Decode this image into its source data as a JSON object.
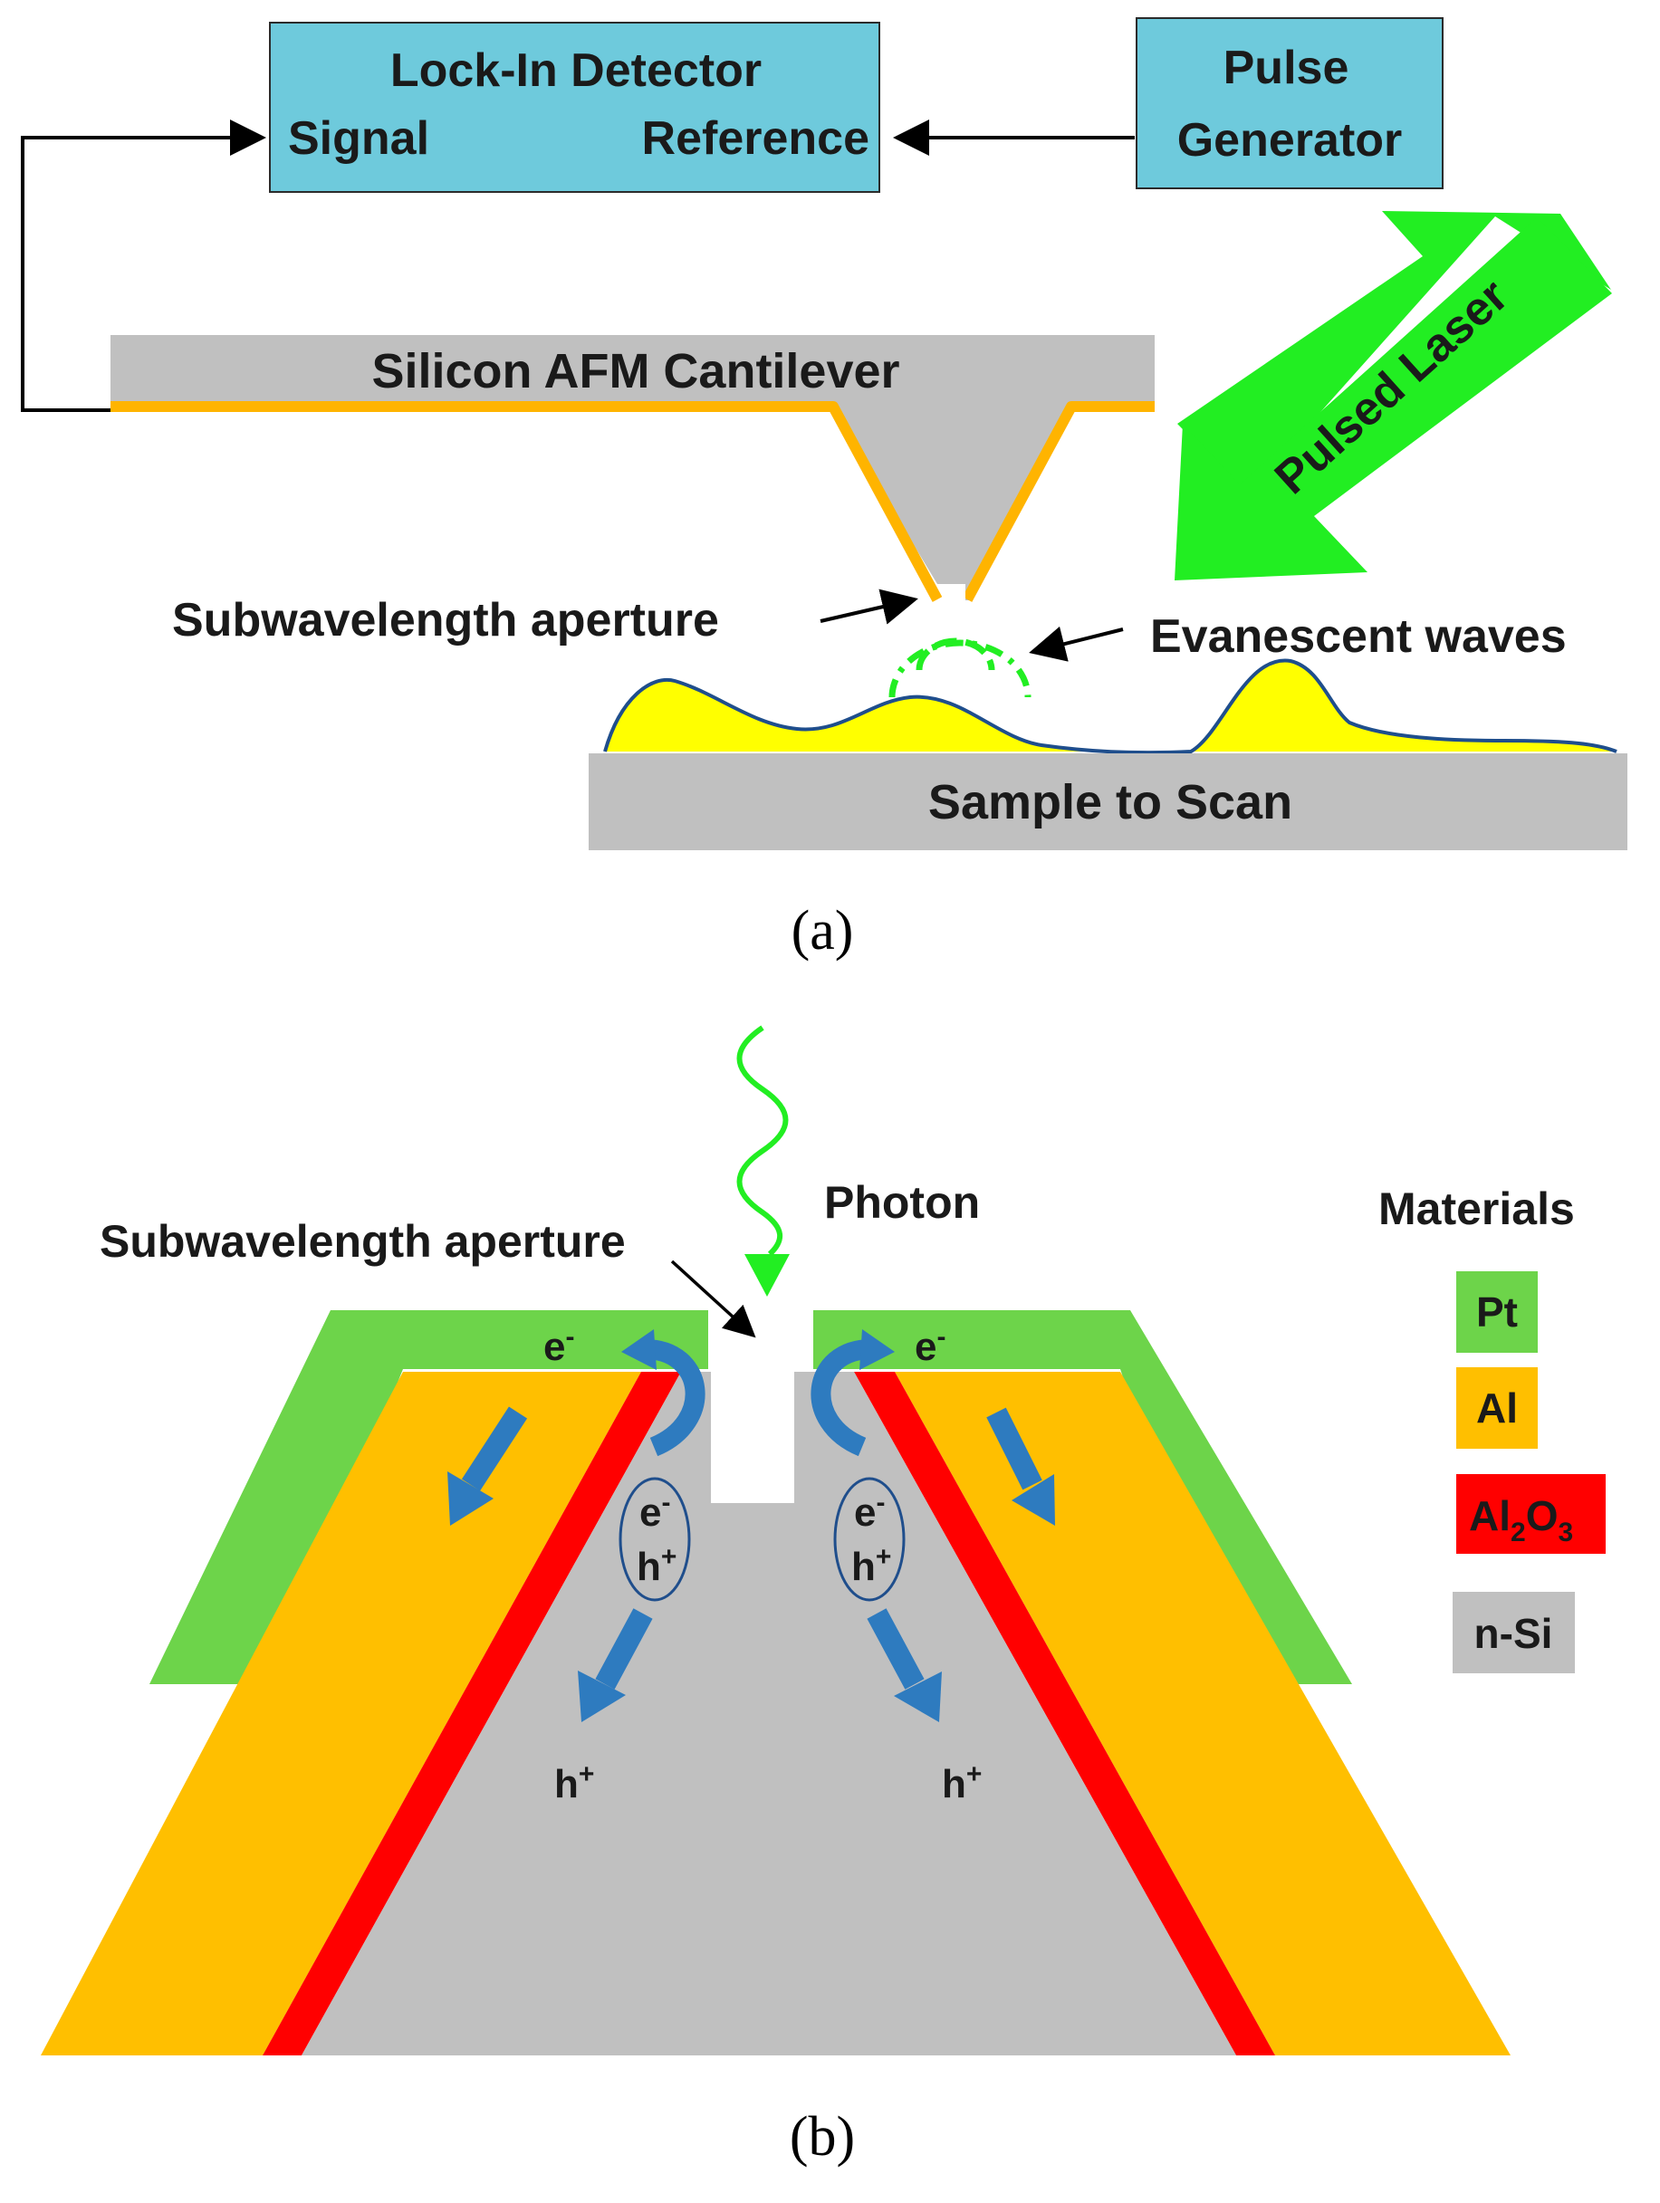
{
  "panel_a": {
    "lockin": {
      "title": "Lock-In Detector",
      "signal": "Signal",
      "reference": "Reference"
    },
    "pulse_generator": {
      "line1": "Pulse",
      "line2": "Generator"
    },
    "cantilever_label": "Silicon AFM Cantilever",
    "laser_label": "Pulsed Laser",
    "aperture_label": "Subwavelength aperture",
    "evanescent_label": "Evanescent waves",
    "sample_label": "Sample to Scan",
    "caption": "(a)"
  },
  "panel_b": {
    "photon_label": "Photon",
    "aperture_label": "Subwavelength aperture",
    "electron": "e",
    "hole": "h",
    "minus": "-",
    "plus": "+",
    "legend_title": "Materials",
    "legend": {
      "pt": "Pt",
      "al": "Al",
      "al2o3": {
        "al": "Al",
        "sub2": "2",
        "o": "O",
        "sub3": "3"
      },
      "nsi": "n-Si"
    },
    "caption": "(b)"
  },
  "colors": {
    "box_fill": "#6ecadc",
    "cantilever_gray": "#c0c0c0",
    "gold": "#ffb400",
    "laser_green": "#22ee22",
    "sample_yellow": "#ffff00",
    "outline_blue": "#1f4e8c",
    "pt_green": "#6dd44a",
    "al_orange": "#ffbf00",
    "al2o3_red": "#ff0000",
    "nsi_gray": "#c0c0c0",
    "arrow_blue": "#2e7bbf"
  }
}
